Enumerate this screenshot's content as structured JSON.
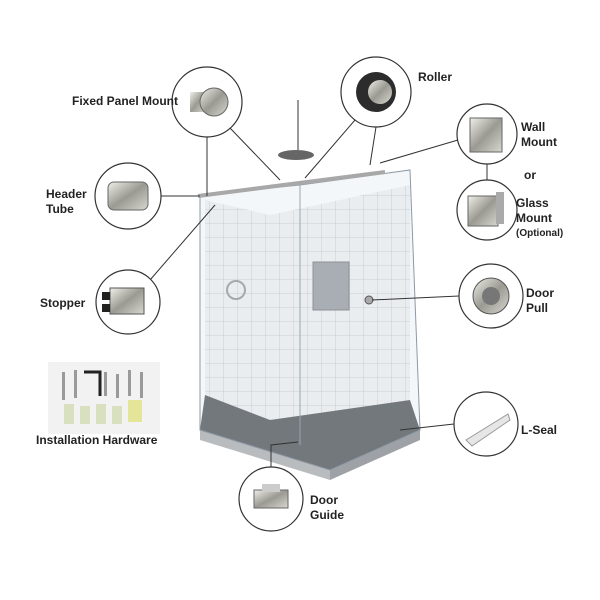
{
  "labels": {
    "fixed_panel_mount": "Fixed Panel Mount",
    "roller": "Roller",
    "wall_mount_1": "Wall",
    "wall_mount_2": "Mount",
    "or": "or",
    "glass_mount_1": "Glass",
    "glass_mount_2": "Mount",
    "glass_mount_3": "(Optional)",
    "header_tube_1": "Header",
    "header_tube_2": "Tube",
    "stopper": "Stopper",
    "door_pull_1": "Door",
    "door_pull_2": "Pull",
    "installation_hardware": "Installation Hardware",
    "l_seal": "L-Seal",
    "door_guide_1": "Door",
    "door_guide_2": "Guide"
  },
  "colors": {
    "line": "#333333",
    "tile": "#e4e7ea",
    "base": "#3a3d40",
    "metal": "#b8b8b0"
  }
}
